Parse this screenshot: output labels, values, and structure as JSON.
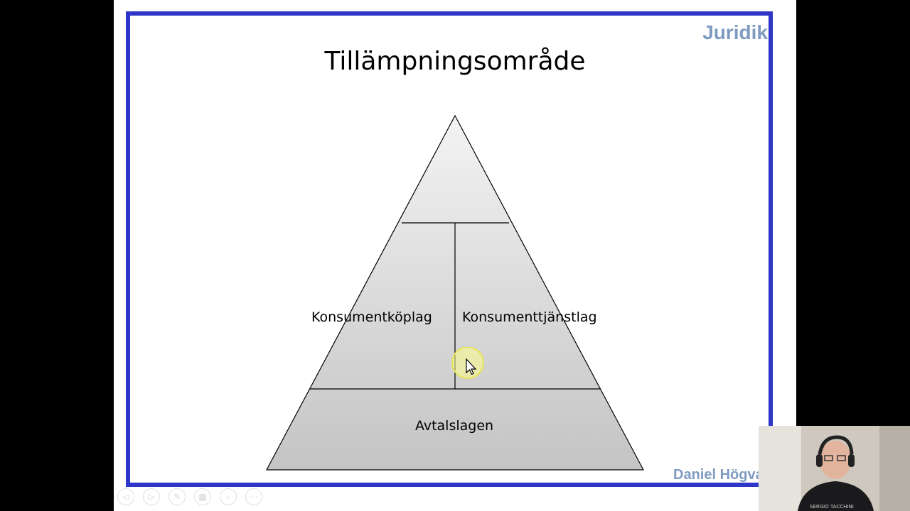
{
  "slide": {
    "brand": "Juridik",
    "title": "Tillämpningsområde",
    "author": "Daniel Högva",
    "frame_color": "#2e35c9",
    "brand_color": "#7f9bc1"
  },
  "pyramid": {
    "left_label": "Konsumentköplag",
    "right_label": "Konsumenttjänstlag",
    "base_label": "Avtalslagen",
    "fill_color": "#d7d7d7"
  },
  "webcam": {
    "shirt_text": "SERGIO   TACCHINI"
  },
  "controls": [
    {
      "icon": "previous-icon",
      "glyph": "◁"
    },
    {
      "icon": "next-icon",
      "glyph": "▷"
    },
    {
      "icon": "pen-icon",
      "glyph": "✎"
    },
    {
      "icon": "slides-grid-icon",
      "glyph": "▦"
    },
    {
      "icon": "zoom-icon",
      "glyph": "⌕"
    },
    {
      "icon": "more-icon",
      "glyph": "⋯"
    }
  ]
}
